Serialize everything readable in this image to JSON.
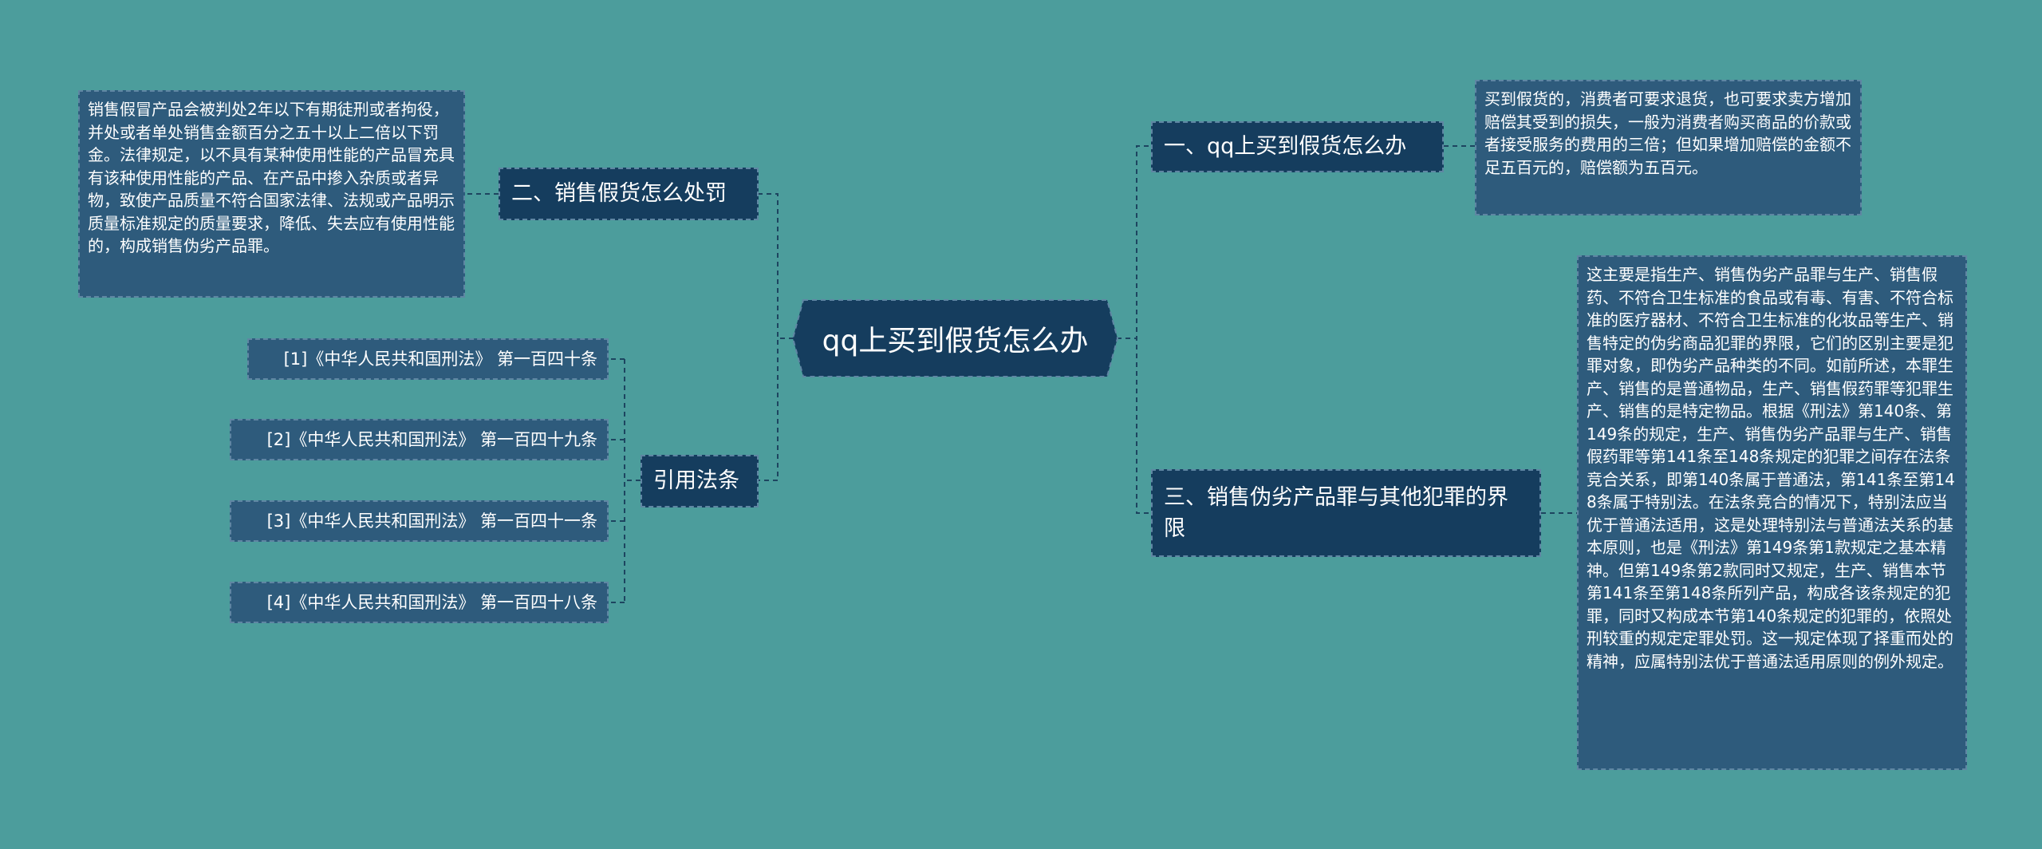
{
  "root": {
    "label": "qq上买到假货怎么办"
  },
  "branches": {
    "b1": {
      "label": "一、qq上买到假货怎么办",
      "detail": "买到假货的，消费者可要求退货，也可要求卖方增加赔偿其受到的损失，一般为消费者购买商品的价款或者接受服务的费用的三倍；但如果增加赔偿的金额不足五百元的，赔偿额为五百元。"
    },
    "b2": {
      "label": "二、销售假货怎么处罚",
      "detail": "销售假冒产品会被判处2年以下有期徒刑或者拘役，并处或者单处销售金额百分之五十以上二倍以下罚金。法律规定，以不具有某种使用性能的产品冒充具有该种使用性能的产品、在产品中掺入杂质或者异物，致使产品质量不符合国家法律、法规或产品明示质量标准规定的质量要求，降低、失去应有使用性能的，构成销售伪劣产品罪。"
    },
    "b3": {
      "label": "三、销售伪劣产品罪与其他犯罪的界限",
      "detail": "这主要是指生产、销售伪劣产品罪与生产、销售假药、不符合卫生标准的食品或有毒、有害、不符合标准的医疗器材、不符合卫生标准的化妆品等生产、销售特定的伪劣商品犯罪的界限，它们的区别主要是犯罪对象，即伪劣产品种类的不同。如前所述，本罪生产、销售的是普通物品，生产、销售假药罪等犯罪生产、销售的是特定物品。根据《刑法》第140条、第149条的规定，生产、销售伪劣产品罪与生产、销售假药罪等第141条至148条规定的犯罪之间存在法条竞合关系，即第140条属于普通法，第141条至第148条属于特别法。在法条竞合的情况下，特别法应当优于普通法适用，这是处理特别法与普通法关系的基本原则，也是《刑法》第149条第1款规定之基本精神。但第149条第2款同时又规定，生产、销售本节第141条至第148条所列产品，构成各该条规定的犯罪，同时又构成本节第140条规定的犯罪的，依照处刑较重的规定定罪处罚。这一规定体现了择重而处的精神，应属特别法优于普通法适用原则的例外规定。"
    },
    "b4": {
      "label": "引用法条",
      "refs": [
        "[1]《中华人民共和国刑法》 第一百四十条",
        "[2]《中华人民共和国刑法》 第一百四十九条",
        "[3]《中华人民共和国刑法》 第一百四十一条",
        "[4]《中华人民共和国刑法》 第一百四十八条"
      ]
    }
  },
  "colors": {
    "background": "#4c9d9c",
    "root": "#153d5e",
    "branch": "#153d5e",
    "leaf": "#2e5b7c",
    "line": "#1d4560"
  }
}
